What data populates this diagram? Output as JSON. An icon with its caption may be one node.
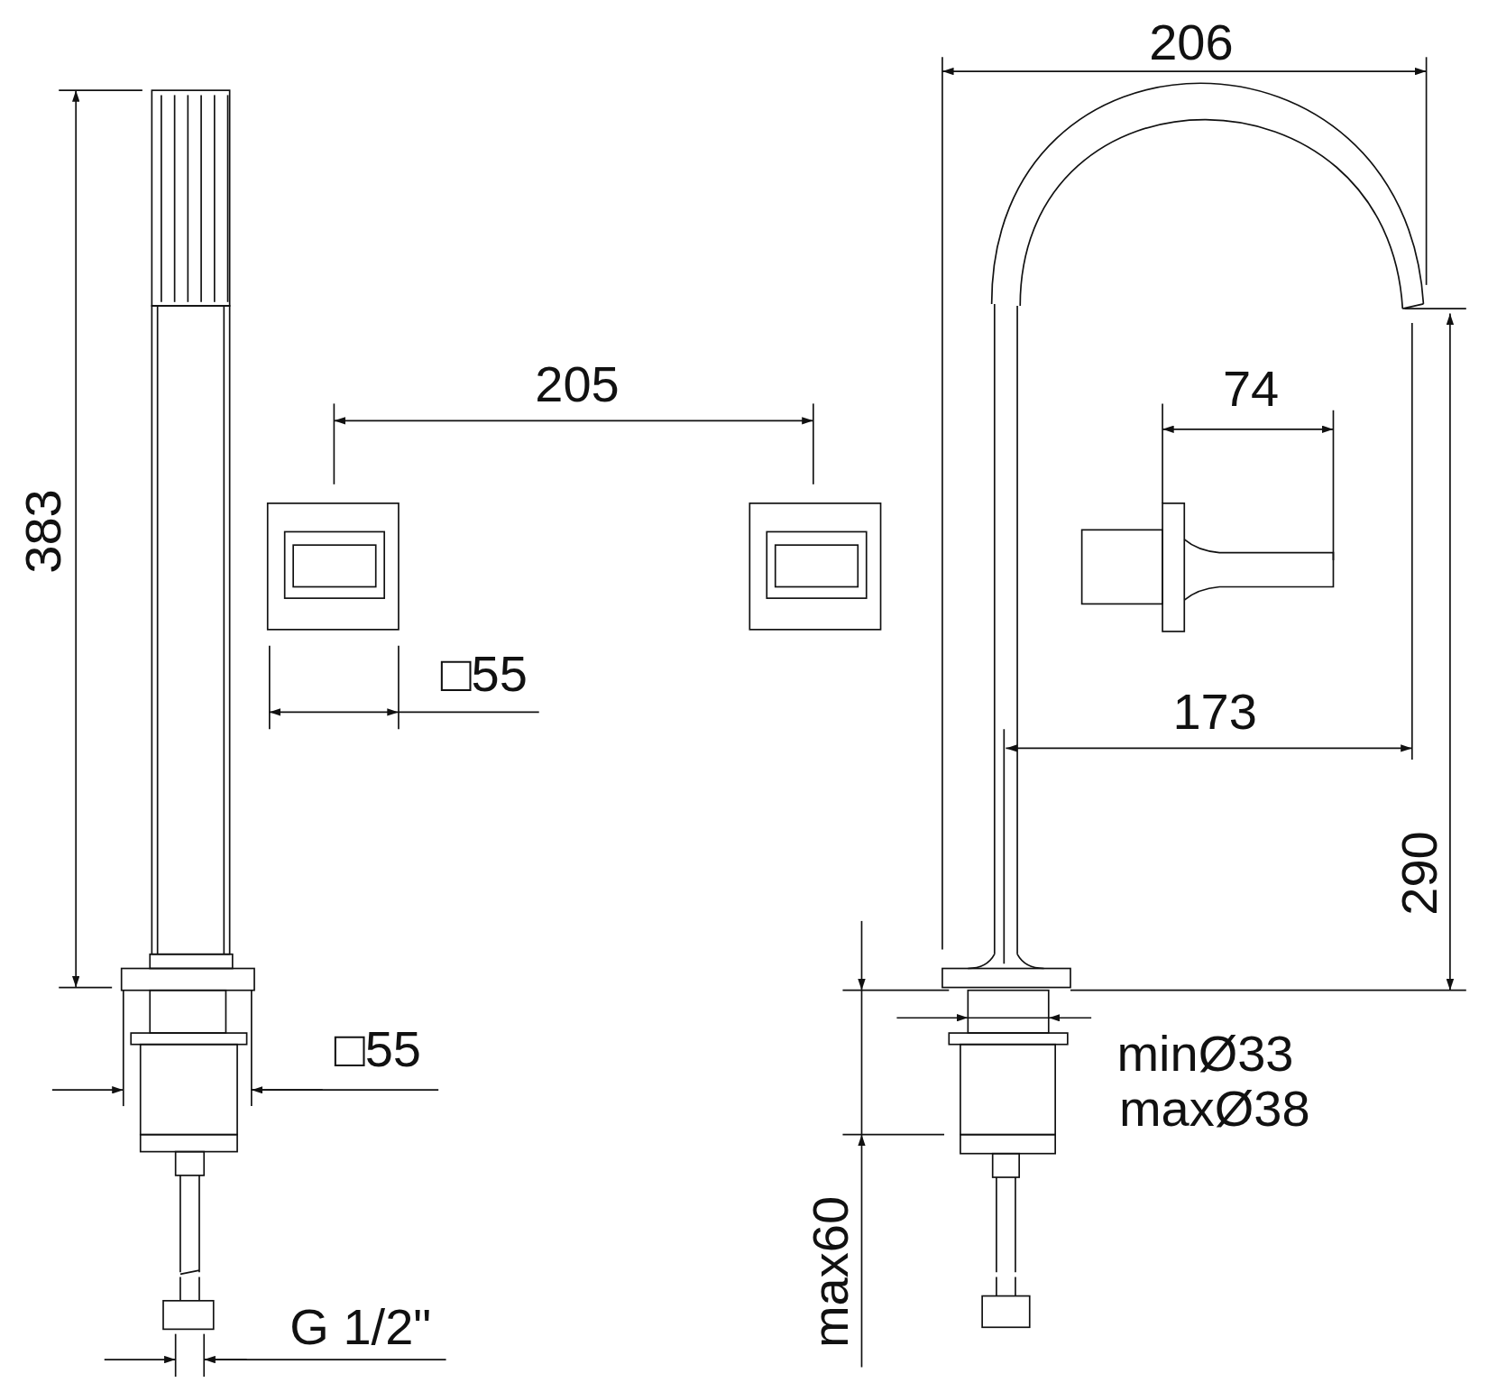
{
  "diagram": {
    "labels": [
      "206",
      "383",
      "205",
      "74",
      "□55",
      "173",
      "290",
      "□55",
      "minØ33",
      "maxØ38",
      "max60",
      "G 1/2\""
    ]
  }
}
